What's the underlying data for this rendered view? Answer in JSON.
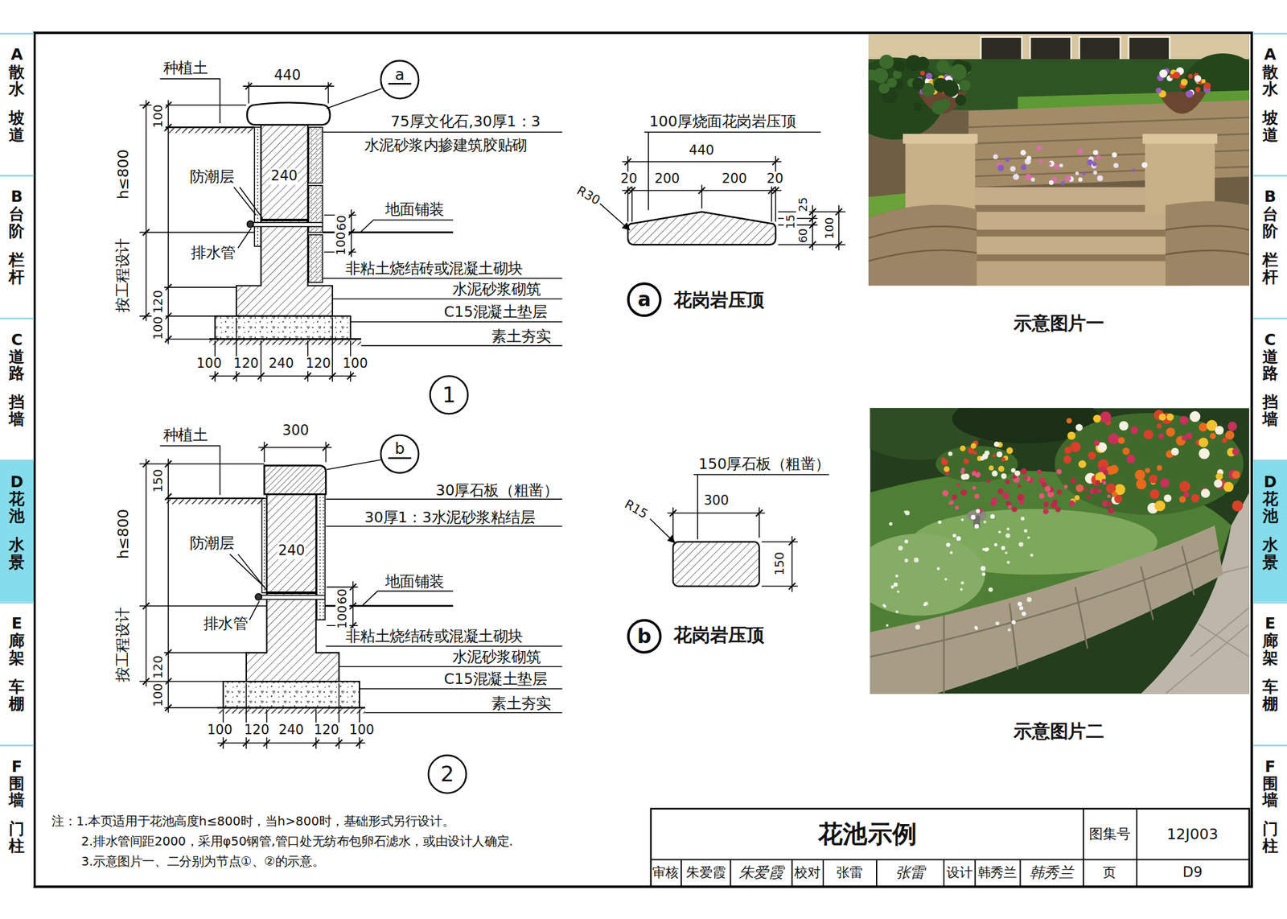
{
  "diagram": {
    "title": "花池示例",
    "nodes": [
      {
        "text": [
          "A散水",
          "坡道"
        ]
      },
      {
        "text": [
          "B台阶",
          "栏杆"
        ]
      },
      {
        "text": [
          "C道路",
          "挡墙"
        ]
      },
      {
        "text": [
          "D花池",
          "水景"
        ]
      },
      {
        "text": [
          "E廊架",
          "车棚"
        ]
      },
      {
        "text": [
          "F围墙",
          "门柱"
        ]
      },
      {
        "text": [
          "a"
        ]
      },
      {
        "text": [
          "1"
        ]
      },
      {
        "text": [
          "b"
        ]
      },
      {
        "text": [
          "2"
        ]
      },
      {
        "text": [
          "a"
        ]
      },
      {
        "text": [
          "b"
        ]
      },
      {
        "text": [
          "A散水",
          "坡道"
        ]
      },
      {
        "text": [
          "B台阶",
          "栏杆"
        ]
      },
      {
        "text": [
          "C道路",
          "挡墙"
        ]
      },
      {
        "text": [
          "D花池",
          "水景"
        ]
      },
      {
        "text": [
          "E廊架",
          "车棚"
        ]
      },
      {
        "text": [
          "F围墙",
          "门柱"
        ]
      }
    ],
    "labels": [
      "种植土",
      "440",
      "75厚文化石,30厚1：3",
      "水泥砂浆内掺建筑胶贴砌",
      "100",
      "h≤800",
      "防潮层",
      "240",
      "地面铺装",
      "60",
      "100",
      "排水管",
      "按工程设计",
      "非粘土烧结砖或混凝土砌块",
      "水泥砂浆砌筑",
      "120",
      "C15混凝土垫层",
      "100",
      "素土夯实",
      "100",
      "120",
      "240",
      "120",
      "100",
      "100厚烧面花岗岩压顶",
      "440",
      "20",
      "200",
      "200",
      "20",
      "R30",
      "25",
      "15",
      "60",
      "100",
      "花岗岩压顶",
      "示意图片一",
      "种植土",
      "300",
      "30厚石板（粗凿）",
      "30厚1：3水泥砂浆粘结层",
      "150",
      "h≤800",
      "防潮层",
      "240",
      "地面铺装",
      "60",
      "100",
      "排水管",
      "按工程设计",
      "非粘土烧结砖或混凝土砌块",
      "水泥砂浆砌筑",
      "120",
      "C15混凝土垫层",
      "100",
      "素土夯实",
      "100",
      "120",
      "240",
      "120",
      "100",
      "150厚石板（粗凿）",
      "300",
      "R15",
      "150",
      "花岗岩压顶",
      "示意图片二",
      "注：1.本页适用于花池高度h≤800时，当h>800时，基础形式另行设计。",
      "2.排水管间距2000，采用φ50钢管,管口处无纺布包卵石滤水，或由设计人确定.",
      "3.示意图片一、二分别为节点①、②的示意。",
      "图集号",
      "12J003",
      "审核",
      "朱爱霞",
      "朱爱霞",
      "校对",
      "张雷",
      "张雷",
      "设计",
      "韩秀兰",
      "韩秀兰",
      "页",
      "D9"
    ]
  }
}
